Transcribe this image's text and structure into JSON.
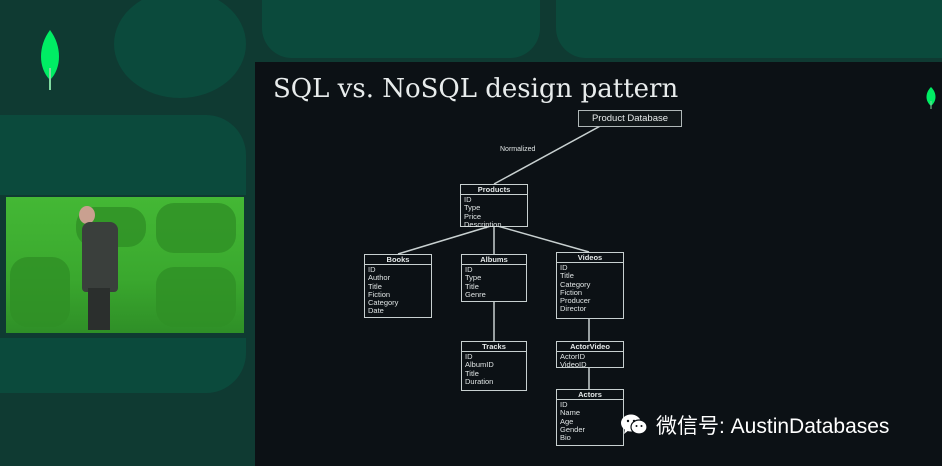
{
  "slide": {
    "title": "SQL vs. NoSQL design pattern"
  },
  "diagram": {
    "root": "Product Database",
    "edge_label": "Normalized",
    "tables": {
      "products": {
        "name": "Products",
        "fields": [
          "ID",
          "Type",
          "Price",
          "Description"
        ]
      },
      "books": {
        "name": "Books",
        "fields": [
          "ID",
          "Author",
          "Title",
          "Fiction",
          "Category",
          "Date"
        ]
      },
      "albums": {
        "name": "Albums",
        "fields": [
          "ID",
          "Type",
          "Title",
          "Genre"
        ]
      },
      "videos": {
        "name": "Videos",
        "fields": [
          "ID",
          "Title",
          "Category",
          "Fiction",
          "Producer",
          "Director"
        ]
      },
      "tracks": {
        "name": "Tracks",
        "fields": [
          "ID",
          "AlbumID",
          "Title",
          "Duration"
        ]
      },
      "actorvideo": {
        "name": "ActorVideo",
        "fields": [
          "ActorID",
          "VideoID"
        ]
      },
      "actors": {
        "name": "Actors",
        "fields": [
          "ID",
          "Name",
          "Age",
          "Gender",
          "Bio"
        ]
      }
    }
  },
  "watermark": {
    "text": "微信号: AustinDatabases",
    "icon": "wechat-icon"
  },
  "colors": {
    "brand_green": "#00ed64",
    "slide_bg": "#0c1115",
    "stage_bg": "#0f3a32"
  }
}
